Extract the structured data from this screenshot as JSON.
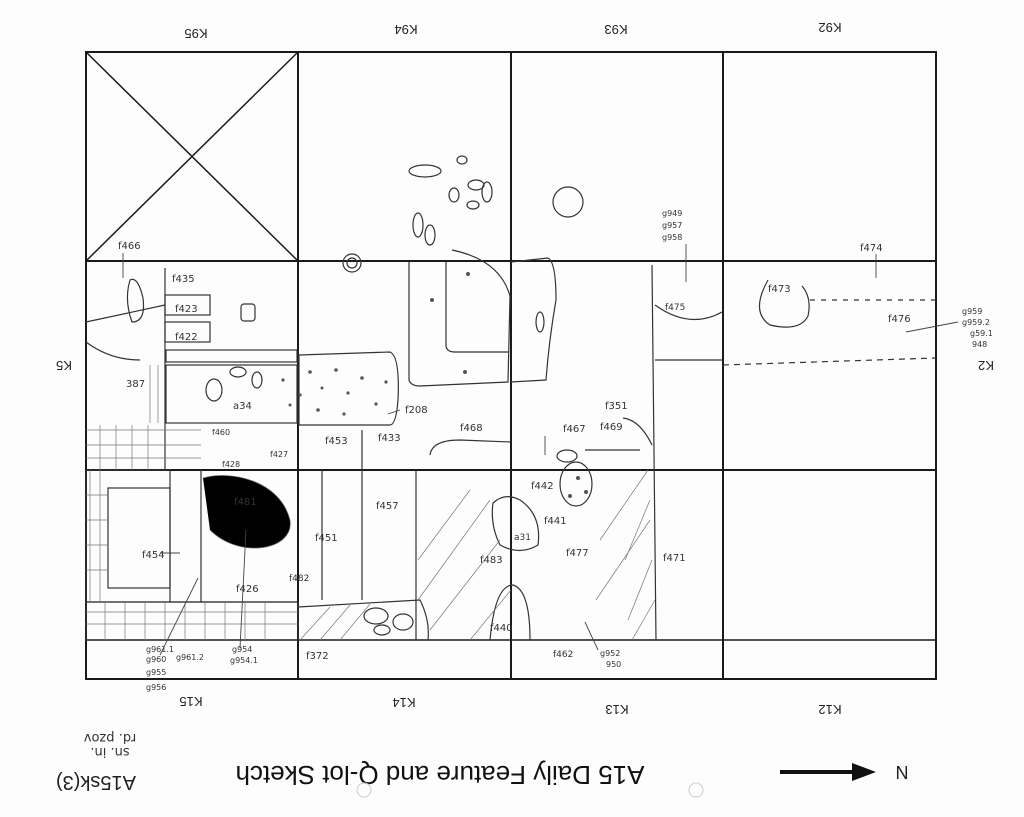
{
  "sheet": {
    "title": "A15 Daily Feature and Q-lot Sketch",
    "north": "N",
    "sheet_code": "A15sk(3)",
    "handwritten": [
      "rd. pzov",
      "sn. in."
    ]
  },
  "grid": {
    "top_labels": [
      "K95",
      "K94",
      "K93",
      "K92"
    ],
    "bottom_labels": [
      "K15",
      "K14",
      "K13",
      "K12"
    ],
    "left_label": "K5",
    "right_label": "K2"
  },
  "features": [
    "f466",
    "f435",
    "f423",
    "f422",
    "387",
    "a34",
    "f460",
    "f428",
    "f427",
    "f208",
    "f453",
    "f433",
    "f468",
    "f467",
    "f469",
    "f351",
    "f475",
    "f474",
    "f473",
    "f476",
    "g949",
    "g957",
    "g958",
    "g959",
    "g959.2",
    "g59.1",
    "948",
    "f481",
    "f454",
    "f426",
    "f482",
    "f451",
    "f457",
    "f442",
    "f441",
    "a31",
    "f483",
    "f477",
    "f471",
    "f440",
    "f372",
    "f462",
    "g961.1",
    "g960",
    "g961.2",
    "g955",
    "g956",
    "g954",
    "g954.1",
    "g952",
    "950"
  ]
}
